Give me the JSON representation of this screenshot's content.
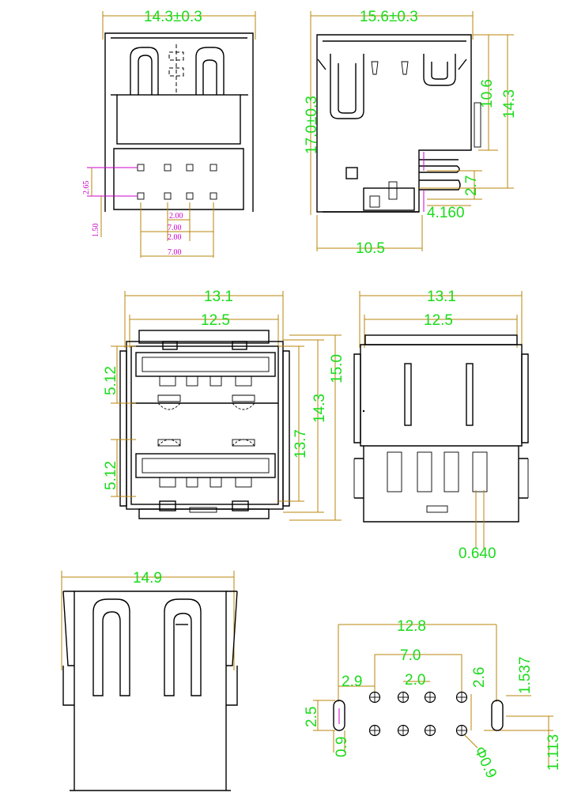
{
  "top_left_view": {
    "width_label": "14.3±0.3",
    "pitch_small_1": "2.65",
    "pitch_small_2": "1.50",
    "pitch_small_3": "2.00",
    "pitch_small_4": "7.00",
    "pitch_small_5": "2.00",
    "pitch_small_6": "7.00"
  },
  "top_right_view": {
    "width_label": "15.6±0.3",
    "height_label": "17.0±0.3",
    "right_label_1": "10.6",
    "right_label_2": "14.3",
    "right_label_3": "2.7",
    "right_label_4": "4.160",
    "bottom_label": "10.5"
  },
  "middle_left_view": {
    "outer_width": "13.1",
    "inner_width": "12.5",
    "port_height_top": "5.12",
    "port_height_bottom": "5.12",
    "inner_height": "13.7",
    "mid_height": "14.3",
    "outer_height": "15.0"
  },
  "middle_right_view": {
    "outer_width": "13.1",
    "inner_width": "12.5",
    "pin_label": "0.640"
  },
  "bottom_left_view": {
    "width_label": "14.9"
  },
  "footprint_view": {
    "total_width": "12.8",
    "pin_span": "7.0",
    "offset_left": "2.9",
    "pin_pitch": "2.0",
    "row_offset": "2.6",
    "right_label_1": "1.537",
    "slot_height": "2.5",
    "slot_width": "0.9",
    "right_label_2": "1.113",
    "hole_dia": "Φ0.9"
  }
}
